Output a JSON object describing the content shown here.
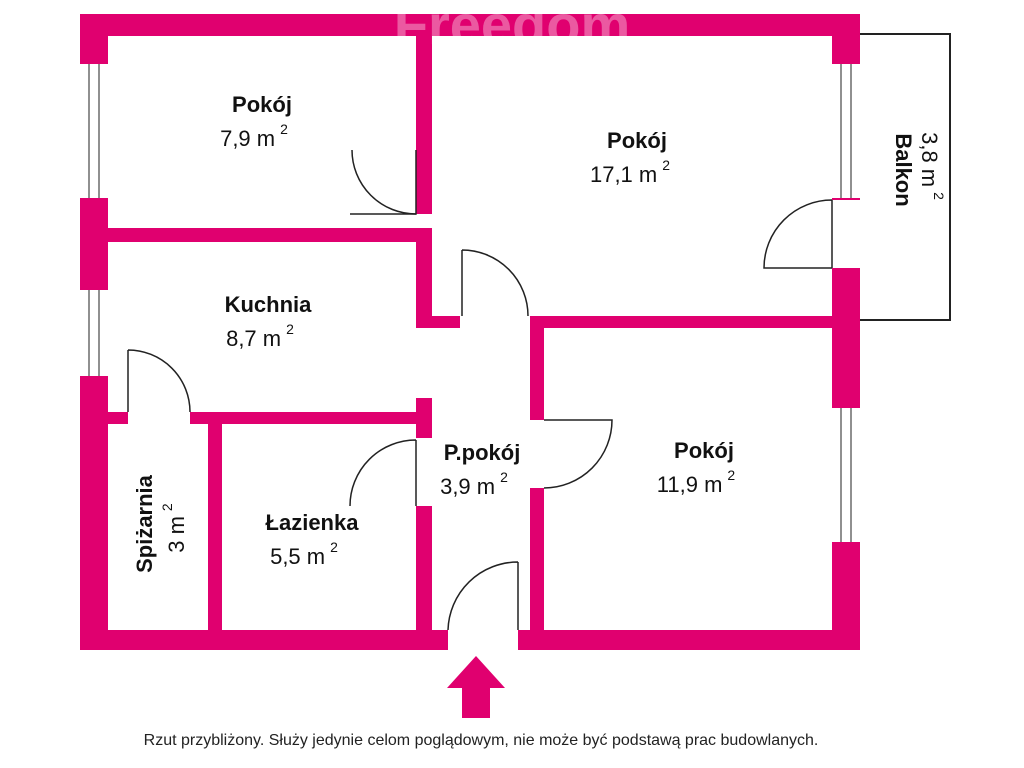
{
  "watermark": "Freedom",
  "colors": {
    "wall": "#e0006f",
    "line": "#222222",
    "background": "#ffffff"
  },
  "rooms": [
    {
      "name": "Pokój",
      "area": "7,9 m",
      "unit_sup": "2"
    },
    {
      "name": "Pokój",
      "area": "17,1 m",
      "unit_sup": "2"
    },
    {
      "name": "Balkon",
      "area": "3,8 m",
      "unit_sup": "2"
    },
    {
      "name": "Kuchnia",
      "area": "8,7 m",
      "unit_sup": "2"
    },
    {
      "name": "P.pokój",
      "area": "3,9 m",
      "unit_sup": "2"
    },
    {
      "name": "Pokój",
      "area": "11,9 m",
      "unit_sup": "2"
    },
    {
      "name": "Spiżarnia",
      "area": "3 m",
      "unit_sup": "2"
    },
    {
      "name": "Łazienka",
      "area": "5,5 m",
      "unit_sup": "2"
    }
  ],
  "entrance_icon": "entrance-arrow-icon",
  "footer": "Rzut przybliżony. Służy jedynie celom poglądowym, nie może być podstawą prac budowlanych."
}
